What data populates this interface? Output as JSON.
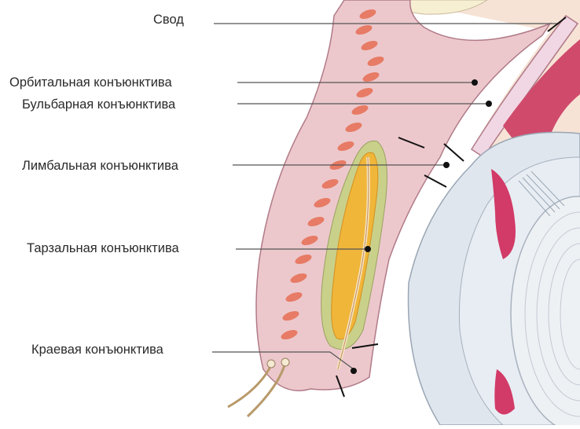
{
  "labels": [
    "Свод",
    "Орбитальная конъюнктива",
    "Бульбарная конъюнктива",
    "Лимбальная конъюнктива",
    "Тарзальная конъюнктива",
    "Краевая конъюнктива"
  ],
  "colors": {
    "skin": "#ecc8cc",
    "skin_edge": "#b07a88",
    "orbicularis": "#e77b65",
    "tarsus_border": "#b7b57a",
    "meibomian": "#f0b63a",
    "cornea_sclera": "#dde5ee",
    "lens": "#e6eaef",
    "iris": "#d6406a",
    "leader_line": "#555555",
    "marker": "#111111"
  }
}
